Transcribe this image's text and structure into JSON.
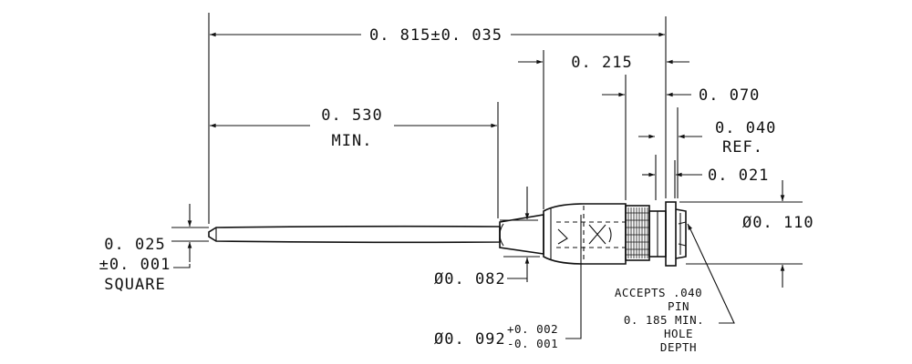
{
  "dimensions": {
    "overall": "0. 815±0. 035",
    "pin_length_value": "0. 530",
    "pin_length_note": "MIN.",
    "body_length": "0. 215",
    "head_length": "0. 070",
    "ref_value": "0. 040",
    "ref_note": "REF.",
    "flange_thickness": "0. 021",
    "head_diameter": "Ø0. 110",
    "pin_size_value": "0. 025",
    "pin_size_tolerance": "±0. 001",
    "pin_size_note": "SQUARE",
    "tail_diameter": "Ø0. 082",
    "body_diameter_value": "Ø0. 092",
    "body_diameter_tol_plus": "+0. 002",
    "body_diameter_tol_minus": "-0. 001"
  },
  "note": {
    "line1": "ACCEPTS .040",
    "line2": "PIN",
    "line3": "0. 185 MIN.",
    "line4": "HOLE",
    "line5": "DEPTH"
  }
}
